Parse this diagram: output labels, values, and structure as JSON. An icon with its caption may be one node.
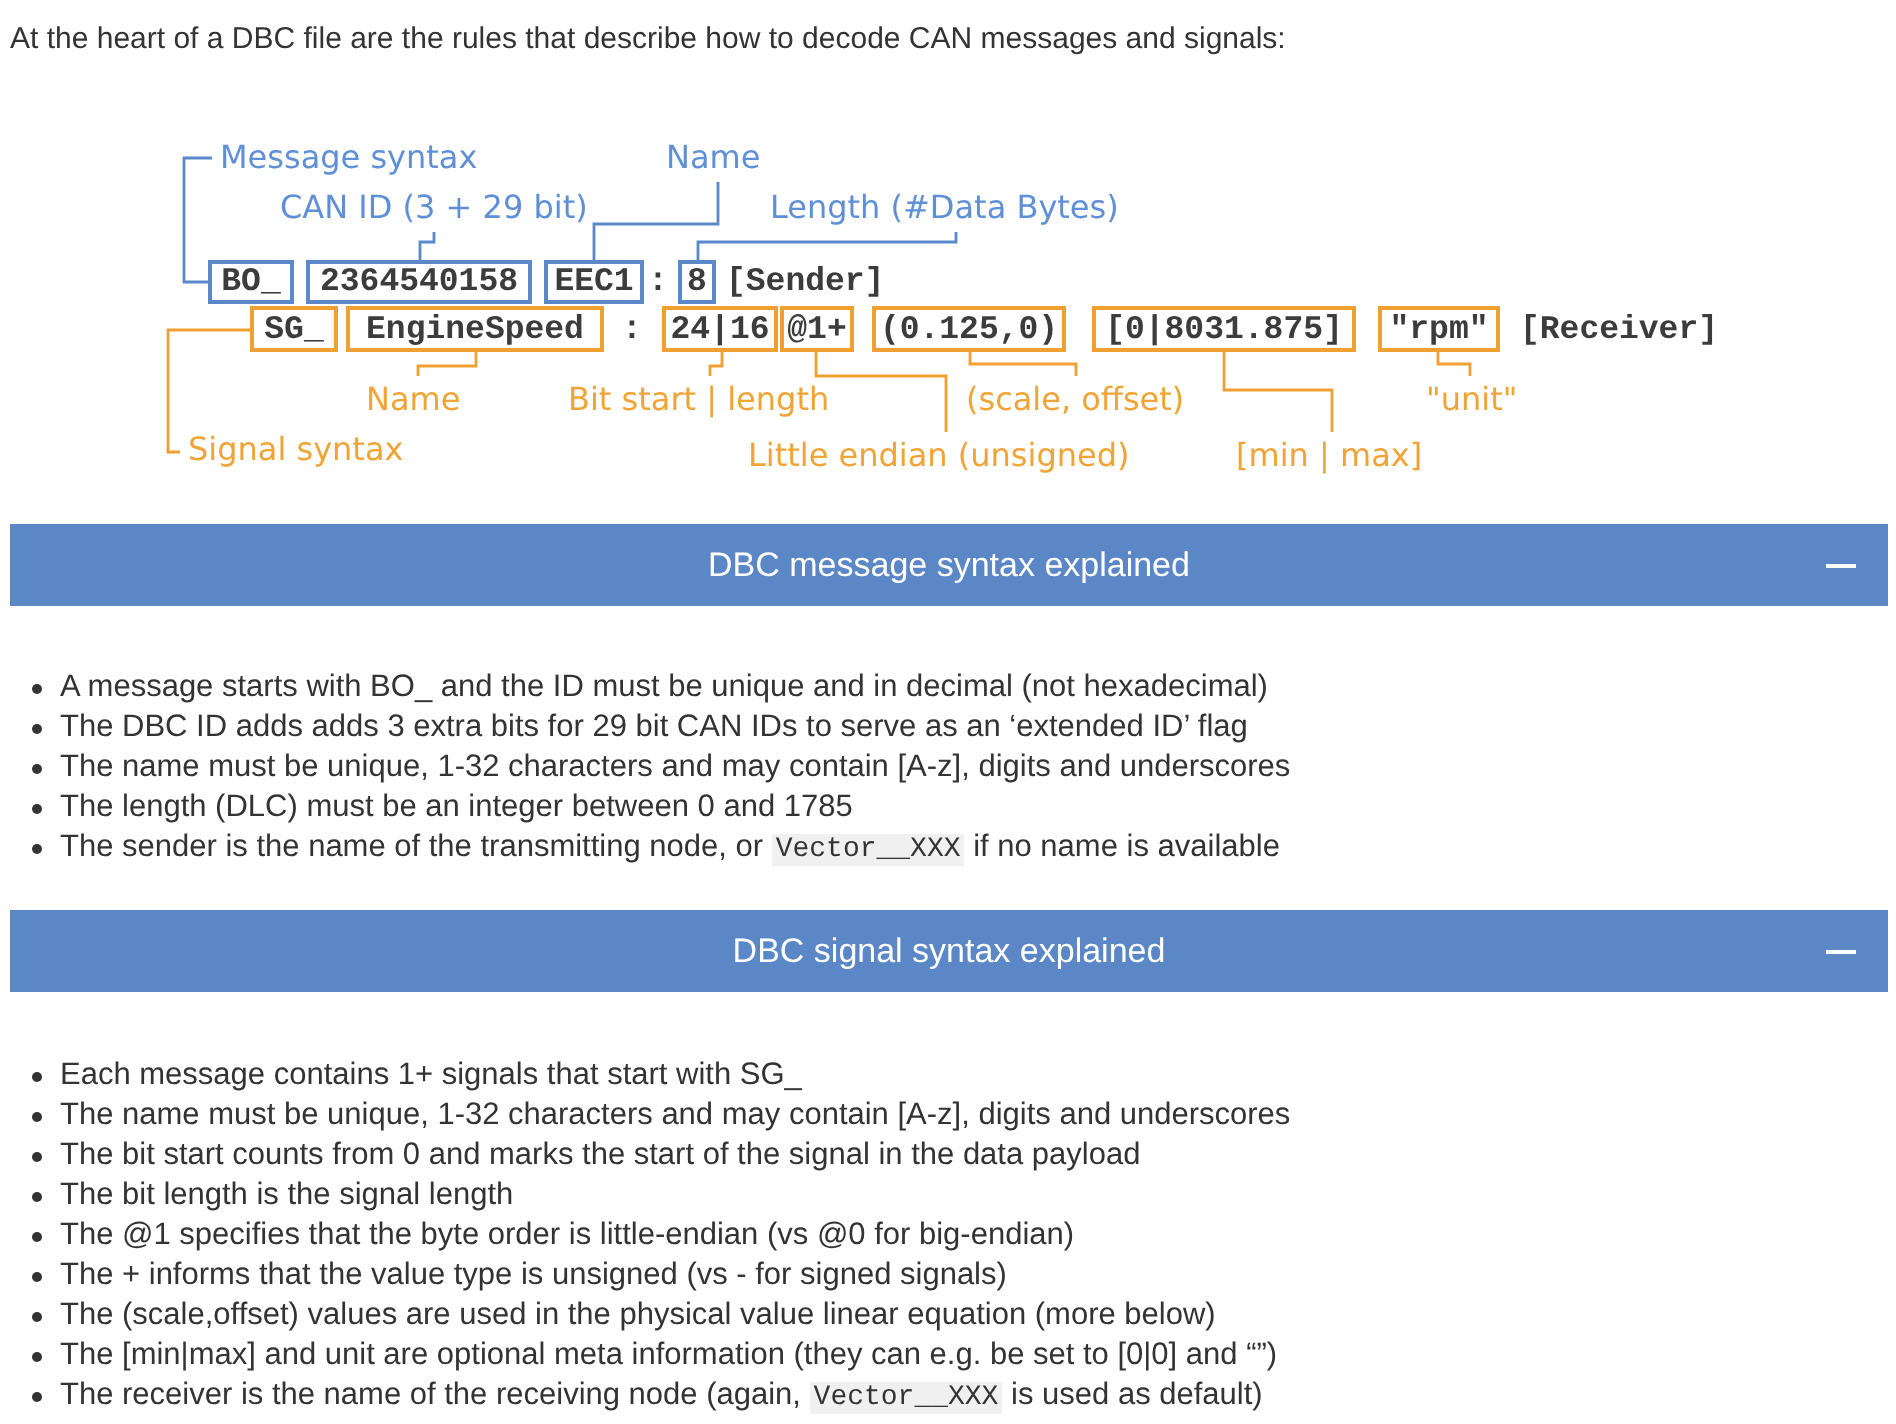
{
  "diagram": {
    "nodes": [
      {
        "text": [
          "Message syntax"
        ]
      },
      {
        "text": [
          "Name"
        ]
      },
      {
        "text": [
          "CAN ID (3 + 29 bit)"
        ]
      },
      {
        "text": [
          "Length (#Data Bytes)"
        ]
      },
      {
        "text": [
          "BO_"
        ]
      },
      {
        "text": [
          "2364540158"
        ]
      },
      {
        "text": [
          "EEC1"
        ]
      },
      {
        "text": [
          "8"
        ]
      },
      {
        "text": [
          "SG_"
        ]
      },
      {
        "text": [
          "EngineSpeed"
        ]
      },
      {
        "text": [
          "24|16"
        ]
      },
      {
        "text": [
          "@1+"
        ]
      },
      {
        "text": [
          "(0.125,0)"
        ]
      },
      {
        "text": [
          "[0|8031.875]"
        ]
      },
      {
        "text": [
          "\"rpm\""
        ]
      },
      {
        "text": [
          "Name"
        ]
      },
      {
        "text": [
          "Bit start | length"
        ]
      },
      {
        "text": [
          "(scale, offset)"
        ]
      },
      {
        "text": [
          "\"unit\""
        ]
      },
      {
        "text": [
          "Signal syntax"
        ]
      },
      {
        "text": [
          "Little endian (unsigned)"
        ]
      },
      {
        "text": [
          "[min | max]"
        ]
      },
      {
        "text": [
          "DBC message syntax explained"
        ],
        "beside": [
          "A message starts with BO_ and the ID must be unique and in decimal (not hexadecimal)",
          "The DBC ID adds adds 3 extra bits for 29 bit CAN IDs to serve as an ‘extended ID’ flag",
          "The name must be unique, 1-32 characters and may contain [A-z], digits and underscores",
          "The length (DLC) must be an integer between 0 and 1785",
          "The sender is the name of the transmitting node, or Vector__XXX if no name is available"
        ]
      },
      {
        "text": [
          "DBC signal syntax explained"
        ],
        "beside": [
          "Each message contains 1+ signals that start with SG_",
          "The name must be unique, 1-32 characters and may contain [A-z], digits and underscores",
          "The bit start counts from 0 and marks the start of the signal in the data payload",
          "The bit length is the signal length",
          "The @1 specifies that the byte order is little-endian (vs @0 for big-endian)",
          "The + informs that the value type is unsigned (vs - for signed signals)",
          "The (scale,offset) values are used in the physical value linear equation (more below)",
          "The [min|max] and unit are optional meta information (they can e.g. be set to [0|0] and “”)",
          "The receiver is the name of the receiving node (again, Vector__XXX is used as default)"
        ]
      }
    ],
    "edges": [
      {
        "from": 0,
        "to": 4,
        "arrow": "none",
        "color": "#5a88c8"
      },
      {
        "from": 1,
        "to": 6,
        "arrow": "none",
        "color": "#5a88c8"
      },
      {
        "from": 2,
        "to": 5,
        "arrow": "none",
        "color": "#5a88c8"
      },
      {
        "from": 3,
        "to": 7,
        "arrow": "none",
        "color": "#5a88c8"
      },
      {
        "from": 15,
        "to": 9,
        "arrow": "none"
      },
      {
        "from": 16,
        "to": 10,
        "arrow": "none"
      },
      {
        "from": 17,
        "to": 12,
        "arrow": "none"
      },
      {
        "from": 18,
        "to": 14,
        "arrow": "none"
      },
      {
        "from": 19,
        "to": 8,
        "arrow": "none"
      },
      {
        "from": 20,
        "to": 11,
        "arrow": "none"
      },
      {
        "from": 21,
        "to": 13,
        "arrow": "none"
      }
    ],
    "labels": [
      "At the heart of a DBC file are the rules that describe how to decode CAN messages and signals:",
      ":",
      "[Sender]",
      ":",
      "[Receiver]"
    ]
  }
}
